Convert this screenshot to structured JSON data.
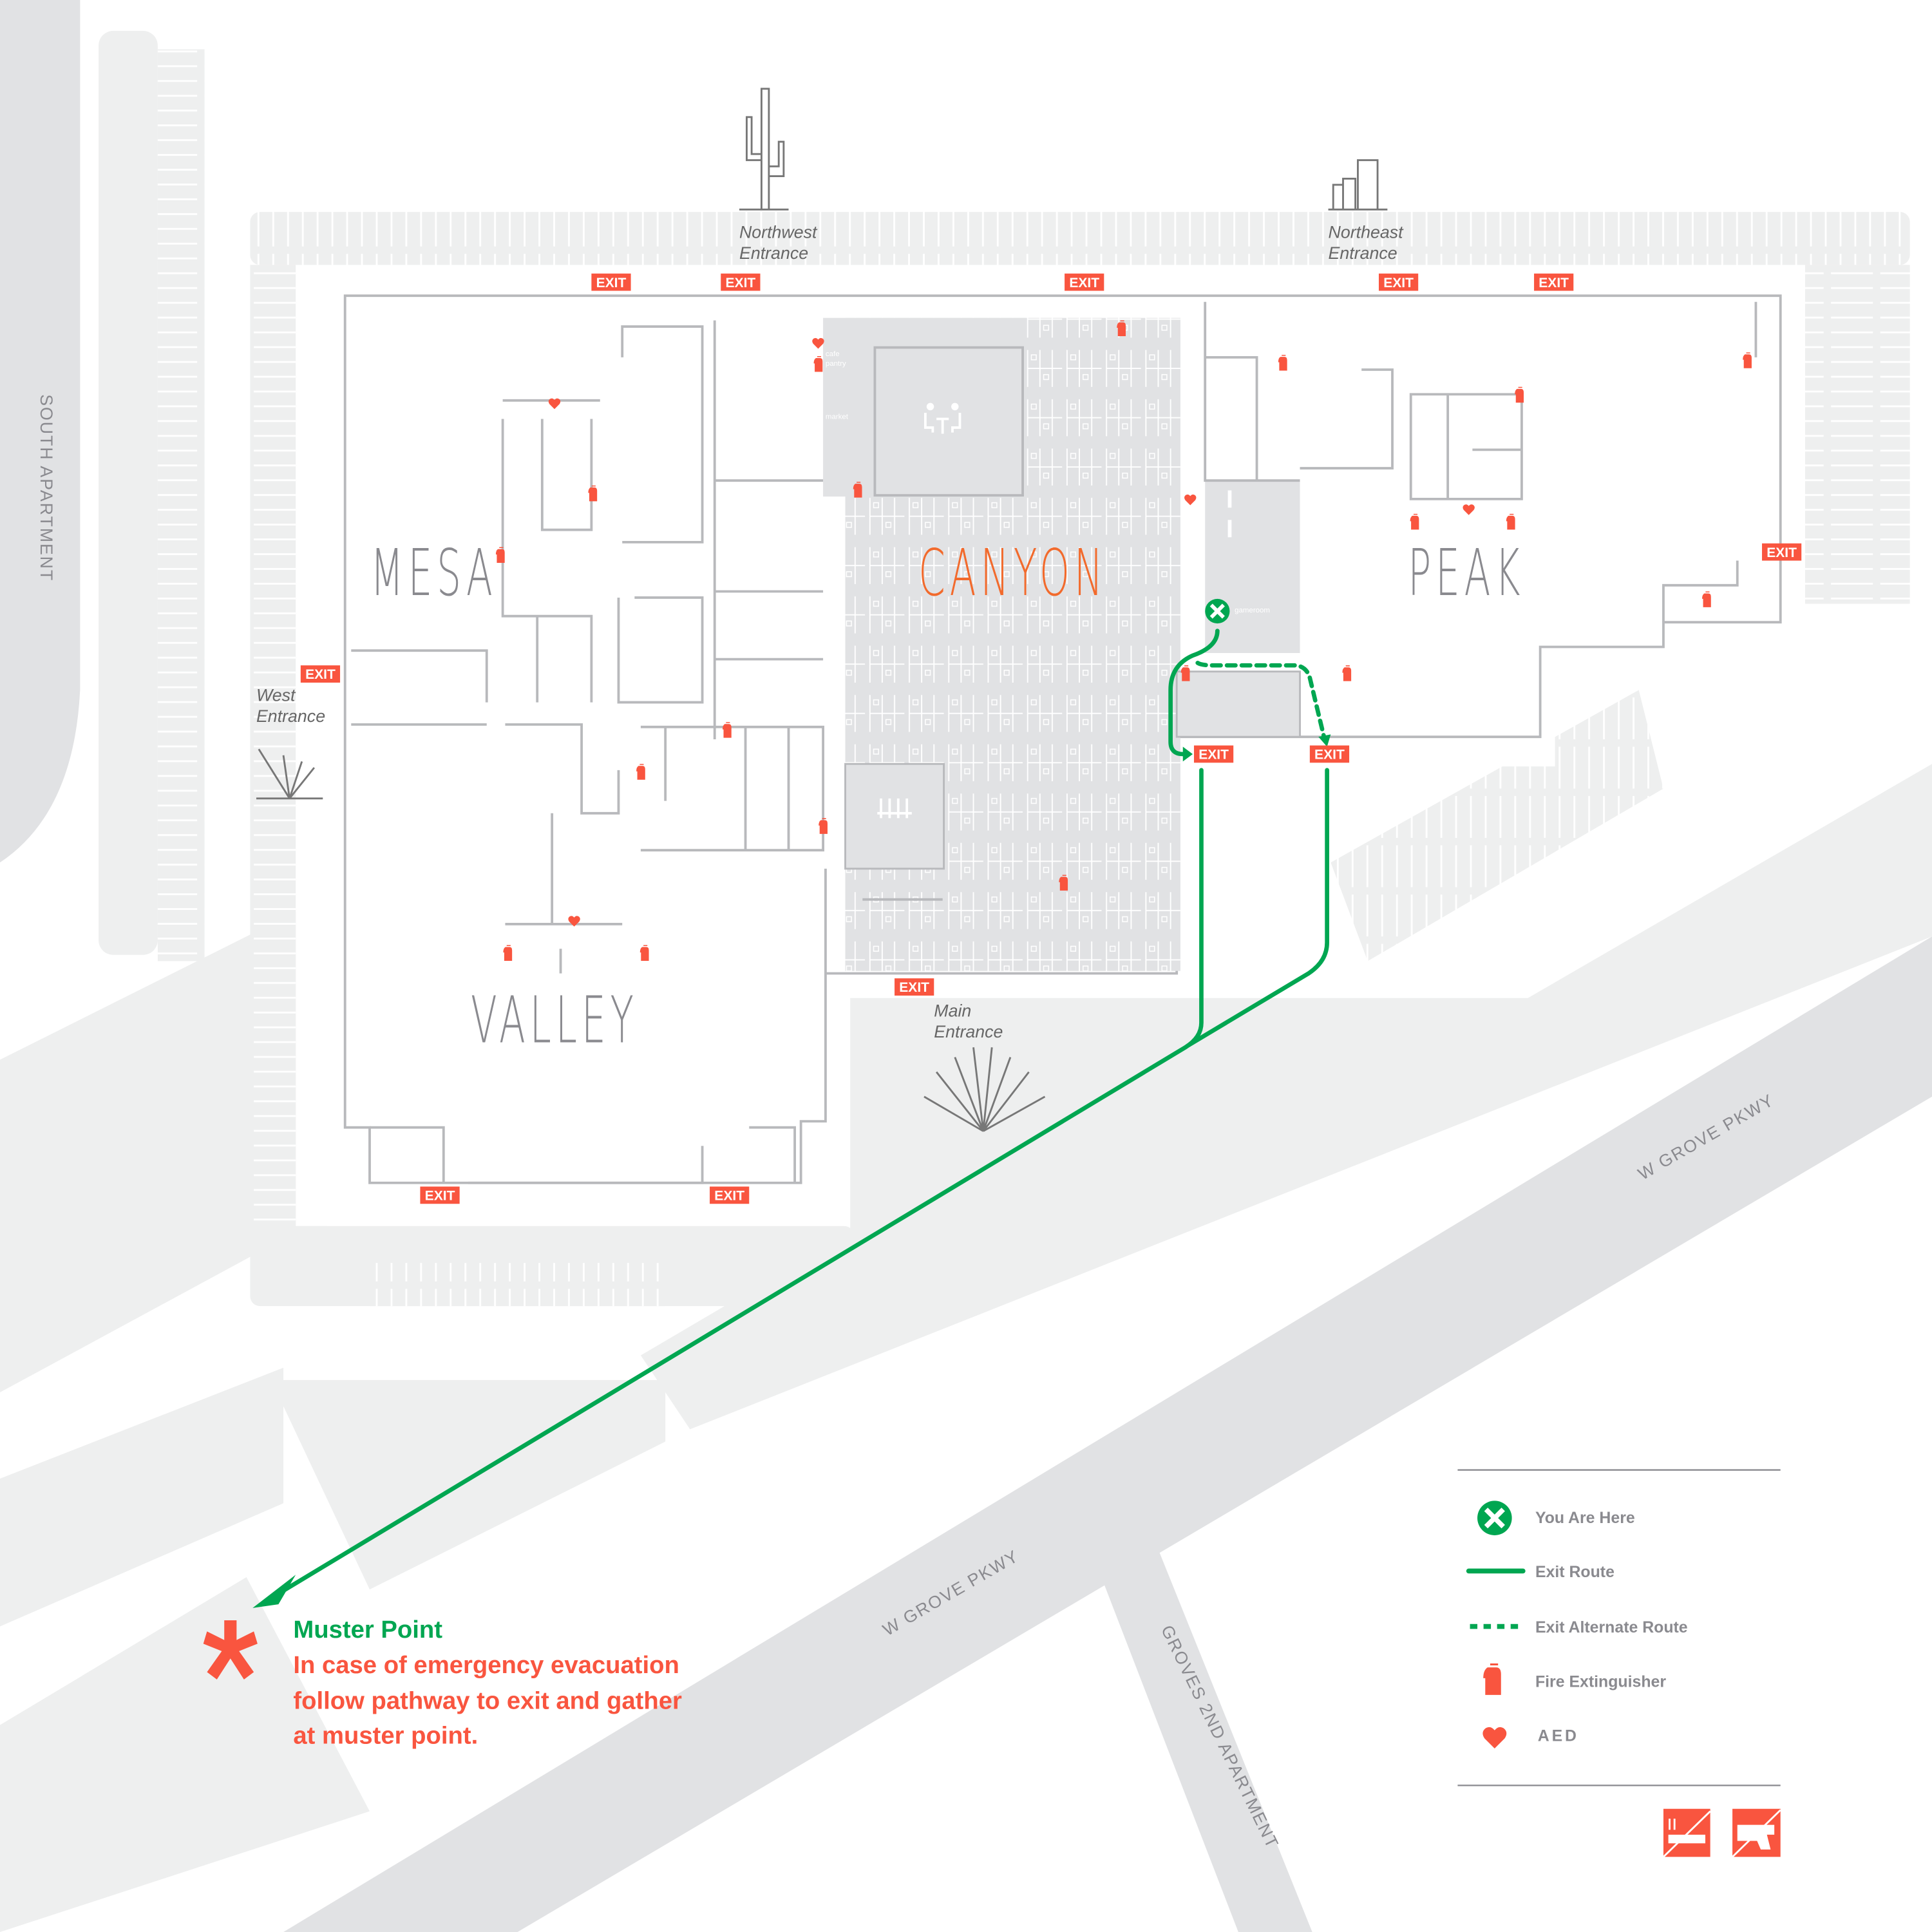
{
  "colors": {
    "route": "#00a651",
    "alert": "#f9553f",
    "canyon": "#f26a2c",
    "road": "#e1e2e4",
    "lot": "#eeefef",
    "wall": "#b8b9bc",
    "text": "#8a8a8f"
  },
  "zones": {
    "mesa": "MESA",
    "canyon": "CANYON",
    "peak": "PEAK",
    "valley": "VALLEY"
  },
  "entrances": {
    "northwest": [
      "Northwest",
      "Entrance"
    ],
    "northeast": [
      "Northeast",
      "Entrance"
    ],
    "west": [
      "West",
      "Entrance"
    ],
    "main": [
      "Main",
      "Entrance"
    ]
  },
  "rooms": {
    "cafe": "cafe",
    "pantry": "pantry",
    "market": "market",
    "gameroom": "gameroom"
  },
  "roads": {
    "south_apartment": "SOUTH APARTMENT",
    "grove_1": "W GROVE PKWY",
    "grove_2": "W GROVE PKWY",
    "groves_2nd": "GROVES 2ND APARTMENT"
  },
  "exit_label": "EXIT",
  "muster": {
    "title": "Muster Point",
    "lines": [
      "In case of emergency evacuation",
      "follow pathway to exit and gather",
      "at muster point."
    ]
  },
  "legend": {
    "items": [
      {
        "icon": "you-are-here-icon",
        "label": "You Are Here"
      },
      {
        "icon": "exit-route-line",
        "label": "Exit Route"
      },
      {
        "icon": "exit-alternate-route-line",
        "label": "Exit Alternate Route"
      },
      {
        "icon": "fire-extinguisher-icon",
        "label": "Fire Extinguisher"
      },
      {
        "icon": "aed-heart-icon",
        "label": "AED"
      }
    ],
    "prohibitions": [
      "no-smoking-icon",
      "no-weapons-icon"
    ]
  }
}
